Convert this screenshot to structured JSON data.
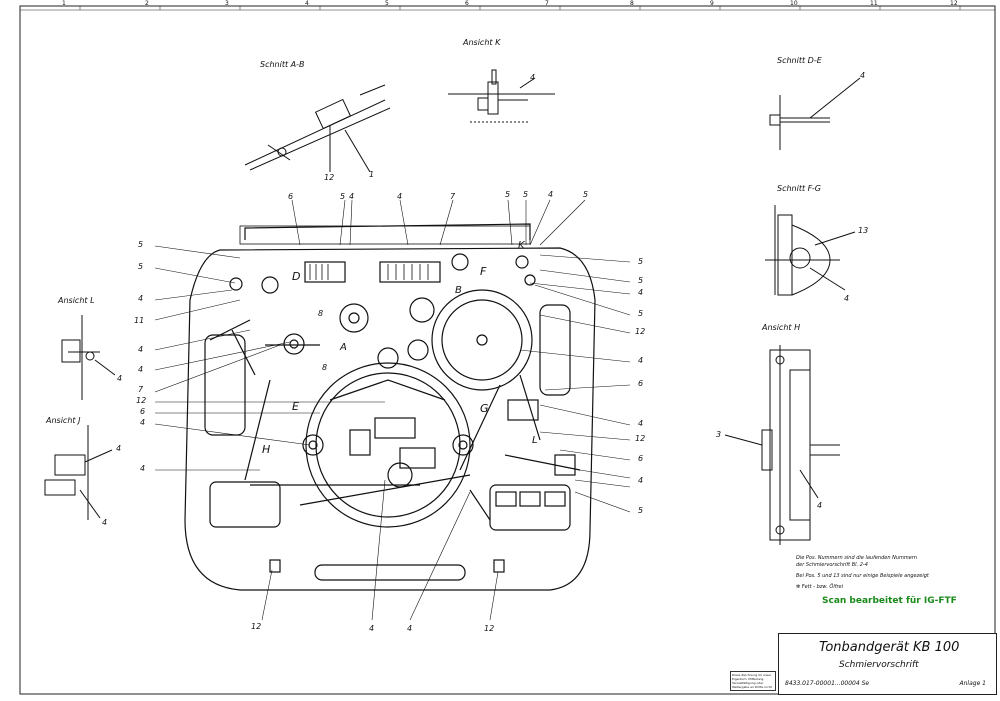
{
  "drawing": {
    "views": {
      "ab": "Schnitt A-B",
      "k": "Ansicht K",
      "de": "Schnitt D-E",
      "fg": "Schnitt F-G",
      "h": "Ansicht H",
      "l": "Ansicht L",
      "j": "Ansicht J"
    },
    "notes": {
      "line1": "Die Pos. Nummern  sind die laufenden Nummern",
      "line2": "der Schmiervorschrift Bl. 2-4",
      "line3": "Bei Pos. 5  und 13  sind nur einige  Beispiele  angezeigt",
      "line4": "✻ Fett - bzw. Ölfrei"
    },
    "stamp": "Scan bearbeitet für IG-FTF",
    "title_block": {
      "title": "Tonbandgerät KB 100",
      "subtitle": "Schmiervorschrift",
      "number": "8433.017-00001...00004 Se",
      "sheet": "Anlage 1"
    },
    "frame_numbers": [
      "1",
      "2",
      "3",
      "4",
      "5",
      "6",
      "7",
      "8",
      "9",
      "10",
      "11",
      "12"
    ],
    "main_letters": {
      "D": "D",
      "E": "E",
      "F": "F",
      "G": "G",
      "H": "H",
      "A": "A",
      "B": "B",
      "K": "K",
      "L": "L"
    },
    "callouts": {
      "ab_12": "12",
      "ab_1": "1",
      "k_4": "4",
      "de_4": "4",
      "fg_13": "13",
      "fg_4": "4",
      "h_3": "3",
      "h_4": "4",
      "l_4": "4",
      "j_4a": "4",
      "j_4b": "4",
      "top_6": "6",
      "top_5a": "5",
      "top_4a": "4",
      "top_4b": "4",
      "top_7": "7",
      "top_5b": "5",
      "top_5c": "5",
      "top_4c": "4",
      "top_5d": "5",
      "left_5a": "5",
      "left_5b": "5",
      "left_4a": "4",
      "left_11": "11",
      "left_4b": "4",
      "left_4c": "4",
      "left_7": "7",
      "left_12": "12",
      "left_6": "6",
      "left_4d": "4",
      "left_4e": "4",
      "right_5a": "5",
      "right_5b": "5",
      "right_4a": "4",
      "right_5c": "5",
      "right_12a": "12",
      "right_4b": "4",
      "right_6a": "6",
      "right_4c": "4",
      "right_12b": "12",
      "right_6b": "6",
      "right_4d": "4",
      "right_5d": "5",
      "bot_12a": "12",
      "bot_4a": "4",
      "bot_4b": "4",
      "bot_12b": "12",
      "mid_8a": "8",
      "mid_8b": "8"
    },
    "small_block": "Diese Zeichnung ist unser Eigentum. Mitteilung, Vervielfältigung oder Weitergabe an Dritte nicht gestattet."
  }
}
